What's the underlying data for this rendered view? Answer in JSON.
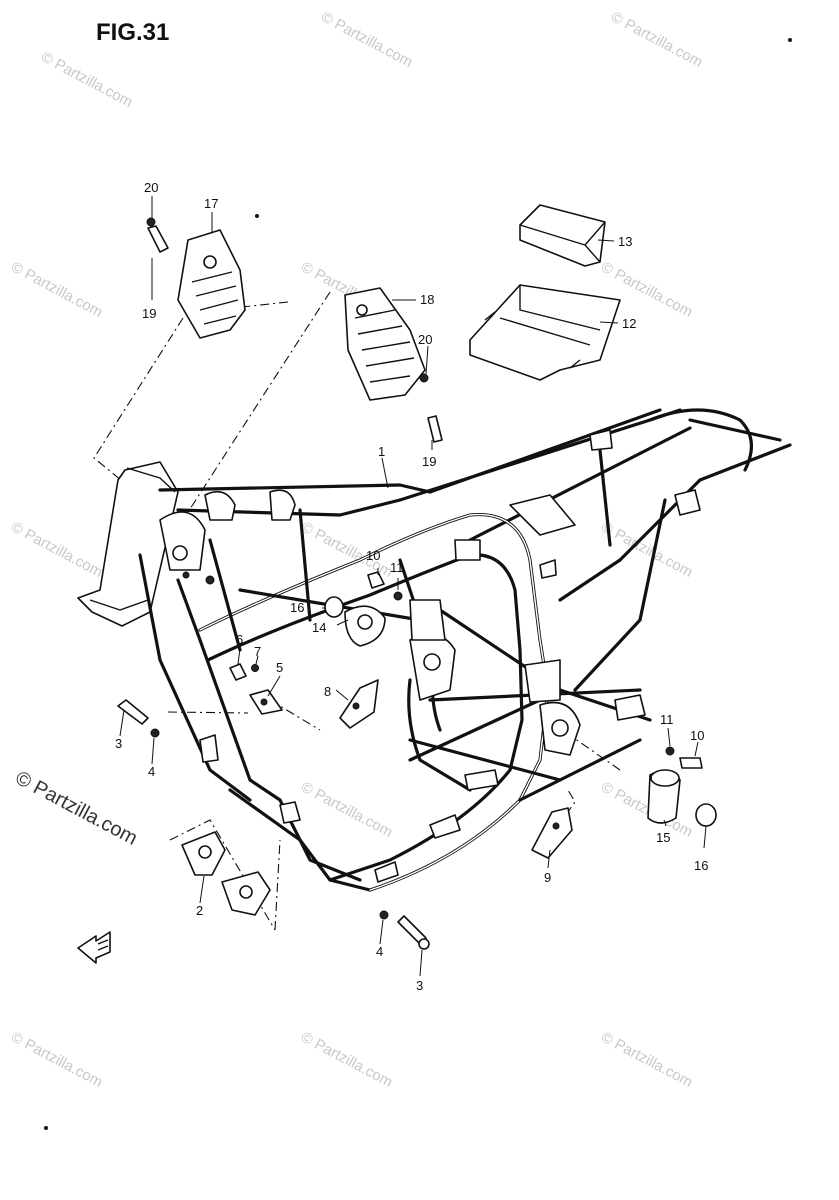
{
  "figure": {
    "title": "FIG.31"
  },
  "watermark": {
    "text": "© Partzilla.com"
  },
  "callouts": [
    {
      "id": "c1",
      "label": "1"
    },
    {
      "id": "c2",
      "label": "2"
    },
    {
      "id": "c3a",
      "label": "3"
    },
    {
      "id": "c3b",
      "label": "3"
    },
    {
      "id": "c4a",
      "label": "4"
    },
    {
      "id": "c4b",
      "label": "4"
    },
    {
      "id": "c5",
      "label": "5"
    },
    {
      "id": "c6",
      "label": "6"
    },
    {
      "id": "c7",
      "label": "7"
    },
    {
      "id": "c8",
      "label": "8"
    },
    {
      "id": "c9",
      "label": "9"
    },
    {
      "id": "c10a",
      "label": "10"
    },
    {
      "id": "c10b",
      "label": "10"
    },
    {
      "id": "c11a",
      "label": "11"
    },
    {
      "id": "c11b",
      "label": "11"
    },
    {
      "id": "c12",
      "label": "12"
    },
    {
      "id": "c13",
      "label": "13"
    },
    {
      "id": "c14",
      "label": "14"
    },
    {
      "id": "c15",
      "label": "15"
    },
    {
      "id": "c16a",
      "label": "16"
    },
    {
      "id": "c16b",
      "label": "16"
    },
    {
      "id": "c17",
      "label": "17"
    },
    {
      "id": "c18",
      "label": "18"
    },
    {
      "id": "c19a",
      "label": "19"
    },
    {
      "id": "c19b",
      "label": "19"
    },
    {
      "id": "c20a",
      "label": "20"
    },
    {
      "id": "c20b",
      "label": "20"
    }
  ],
  "colors": {
    "line": "#111111",
    "watermark": "#c8c8c8",
    "background": "#ffffff"
  }
}
